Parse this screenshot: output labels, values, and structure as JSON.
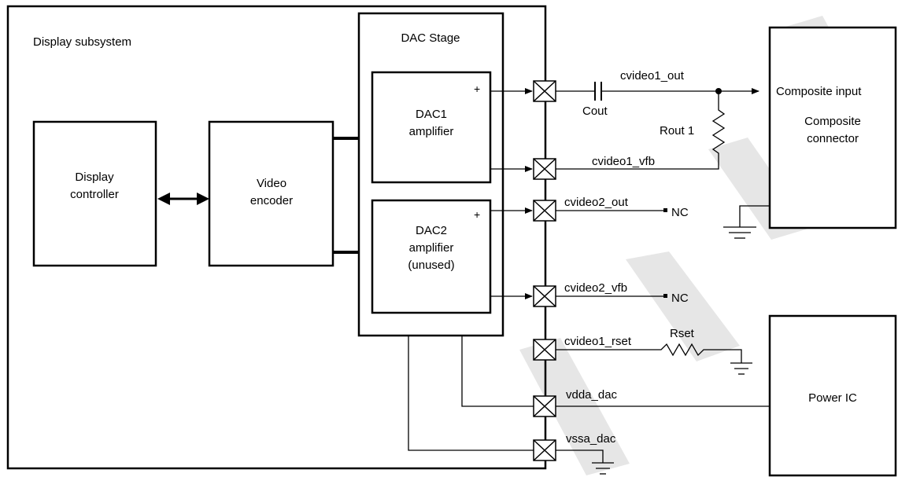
{
  "subsystem": {
    "title": "Display subsystem"
  },
  "blocks": {
    "display_controller": [
      "Display",
      "controller"
    ],
    "video_encoder": [
      "Video",
      "encoder"
    ],
    "dac_stage": "DAC Stage",
    "dac1": [
      "DAC1",
      "amplifier"
    ],
    "dac2": [
      "DAC2",
      "amplifier",
      "(unused)"
    ],
    "plus": "+"
  },
  "signals": {
    "cvideo1_out": "cvideo1_out",
    "cvideo1_vfb": "cvideo1_vfb",
    "cvideo2_out": "cvideo2_out",
    "cvideo2_vfb": "cvideo2_vfb",
    "cvideo1_rset": "cvideo1_rset",
    "vdda_dac": "vdda_dac",
    "vssa_dac": "vssa_dac"
  },
  "components": {
    "cout": "Cout",
    "rout": "Rout 1",
    "rset": "Rset",
    "nc": "NC"
  },
  "external": {
    "composite_input": "Composite input",
    "composite_connector": [
      "Composite",
      "connector"
    ],
    "power_ic": "Power IC"
  },
  "watermark": {
    "color": "#e6e6e6"
  }
}
